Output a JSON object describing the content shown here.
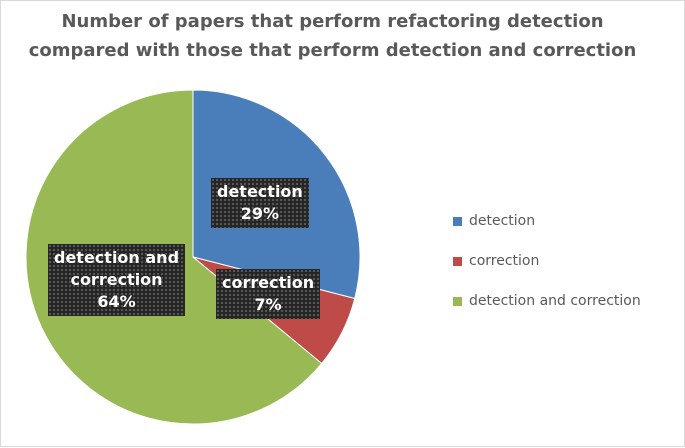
{
  "chart_data": {
    "type": "pie",
    "title_lines": [
      "Number of papers that perform refactoring detection",
      "compared with those that perform detection and correction"
    ],
    "slices": [
      {
        "name": "detection",
        "value": 29,
        "label_lines": [
          "detection",
          "29%"
        ],
        "color": "#4a7ebb"
      },
      {
        "name": "correction",
        "value": 7,
        "label_lines": [
          "correction",
          "7%"
        ],
        "color": "#be4b48"
      },
      {
        "name": "detection and correction",
        "value": 64,
        "label_lines": [
          "detection and",
          "correction",
          "64%"
        ],
        "color": "#98b954"
      }
    ],
    "legend": {
      "position": "right",
      "entries": [
        "detection",
        "correction",
        "detection and correction"
      ]
    },
    "value_unit": "%"
  }
}
